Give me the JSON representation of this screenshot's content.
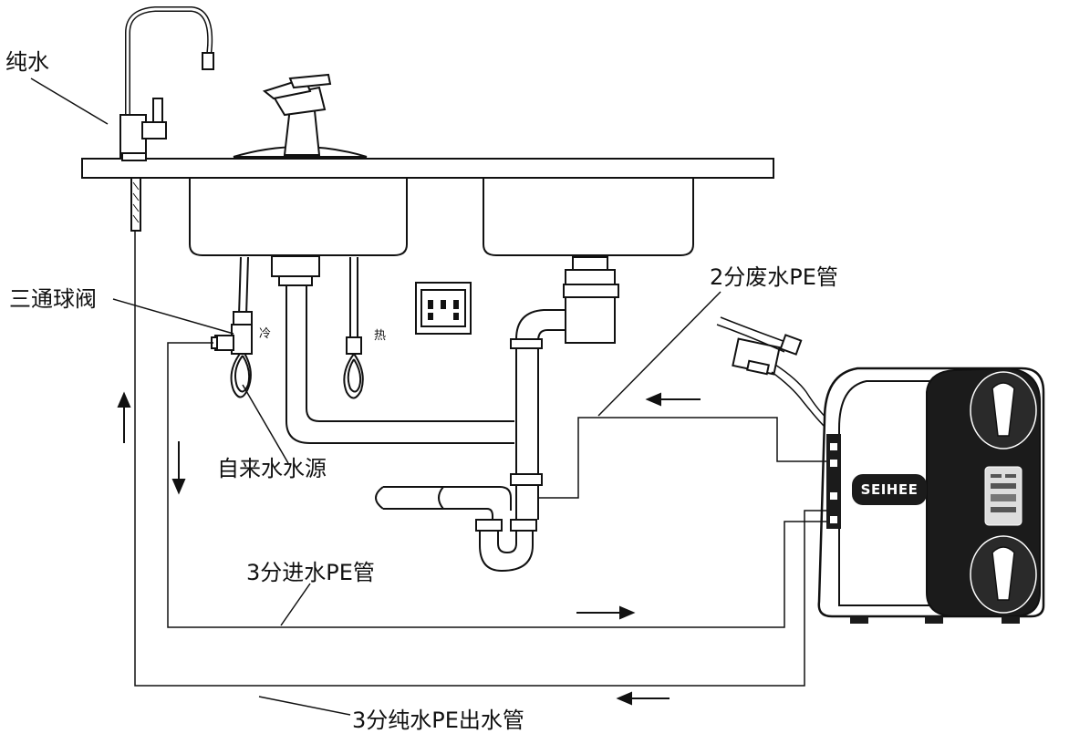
{
  "labels": {
    "pure_water": "纯水",
    "three_way_valve": "三通球阀",
    "tap_water_source": "自来水水源",
    "waste_pipe": "2分废水PE管",
    "inlet_pipe": "3分进水PE管",
    "outlet_pipe": "3分纯水PE出水管",
    "cold": "冷",
    "hot": "热"
  },
  "device": {
    "brand": "SEIHEE"
  },
  "colors": {
    "line": "#111111",
    "device_body": "#1b1b1b",
    "background": "#ffffff"
  }
}
